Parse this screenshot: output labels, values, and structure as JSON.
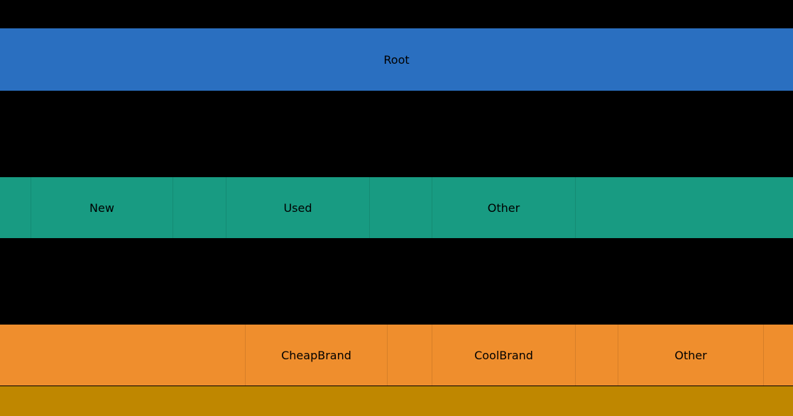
{
  "chart_data": {
    "type": "bar",
    "title": "",
    "subtitle": "",
    "xlabel": "",
    "ylabel": "",
    "grid": false,
    "legend": null,
    "orientation": "horizontal-partition",
    "background_color": "#000000",
    "label_color": "#ffffff",
    "xlim": [
      0,
      1117
    ],
    "level_colors": {
      "root": "#2a6fc0",
      "condition": "#189b82",
      "brand": "#ef8e2d",
      "leaf": "#bf8700"
    },
    "levels": [
      {
        "depth": 0,
        "name": "root",
        "color": "#2a6fc0",
        "top": 40,
        "height": 88,
        "nodes": [
          {
            "label": "Root",
            "x0": 0,
            "x1": 1117,
            "value": 1117,
            "label_x": 419
          }
        ]
      },
      {
        "depth": 1,
        "name": "condition",
        "color": "#189b82",
        "top": 250,
        "height": 86,
        "nodes": [
          {
            "label": "",
            "x0": 0,
            "x1": 43,
            "value": 43,
            "label_x": 21
          },
          {
            "label": "New",
            "x0": 43,
            "x1": 243,
            "value": 200,
            "label_x": 143
          },
          {
            "label": "",
            "x0": 243,
            "x1": 318,
            "value": 75,
            "label_x": 280
          },
          {
            "label": "Used",
            "x0": 318,
            "x1": 520,
            "value": 202,
            "label_x": 419
          },
          {
            "label": "",
            "x0": 520,
            "x1": 608,
            "value": 88,
            "label_x": 564
          },
          {
            "label": "Other",
            "x0": 608,
            "x1": 810,
            "value": 202,
            "label_x": 709
          },
          {
            "label": "",
            "x0": 810,
            "x1": 1117,
            "value": 307,
            "label_x": 963
          }
        ]
      },
      {
        "depth": 2,
        "name": "brand",
        "color": "#ef8e2d",
        "top": 458,
        "height": 86,
        "nodes": [
          {
            "label": "",
            "x0": 0,
            "x1": 345,
            "value": 345,
            "label_x": 172
          },
          {
            "label": "CheapBrand",
            "x0": 345,
            "x1": 545,
            "value": 200,
            "label_x": 445
          },
          {
            "label": "",
            "x0": 545,
            "x1": 608,
            "value": 63,
            "label_x": 576
          },
          {
            "label": "CoolBrand",
            "x0": 608,
            "x1": 810,
            "value": 202,
            "label_x": 709
          },
          {
            "label": "",
            "x0": 810,
            "x1": 870,
            "value": 60,
            "label_x": 840
          },
          {
            "label": "Other",
            "x0": 870,
            "x1": 1075,
            "value": 205,
            "label_x": 972
          },
          {
            "label": "",
            "x0": 1075,
            "x1": 1117,
            "value": 42,
            "label_x": 1096
          }
        ]
      },
      {
        "depth": 3,
        "name": "leaf",
        "color": "#bf8700",
        "top": 545,
        "height": 42,
        "nodes": [
          {
            "label": "",
            "x0": 0,
            "x1": 1117,
            "value": 1117,
            "label_x": 558
          }
        ]
      }
    ]
  },
  "accessibility": {
    "chart_role": "hierarchical-partition-chart",
    "visible_labels": [
      "Root",
      "New",
      "Used",
      "Other",
      "CheapBrand",
      "CoolBrand",
      "Other"
    ]
  }
}
